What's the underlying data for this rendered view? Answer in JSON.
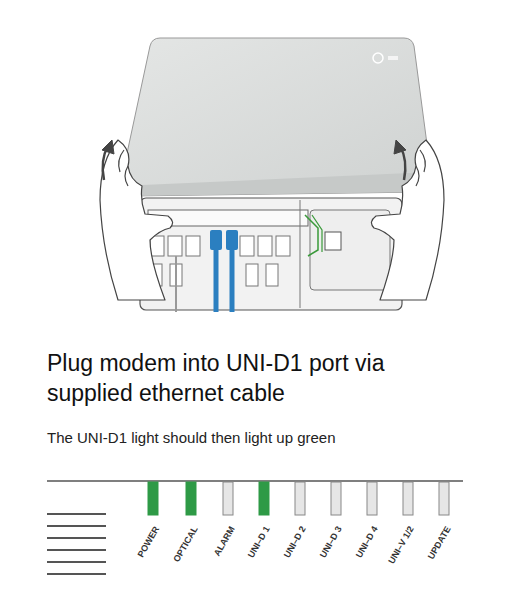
{
  "diagram": {
    "title": "Plug modem into UNI-D1 port via supplied ethernet cable",
    "labels": [
      "The UNI-D1 light should then light up green",
      "POWER",
      "OPTICAL",
      "ALARM",
      "UNI–D 1",
      "UNI–D 2",
      "UNI–D 3",
      "UNI–D 4",
      "UNI–V 1/2",
      "UPDATE"
    ]
  }
}
